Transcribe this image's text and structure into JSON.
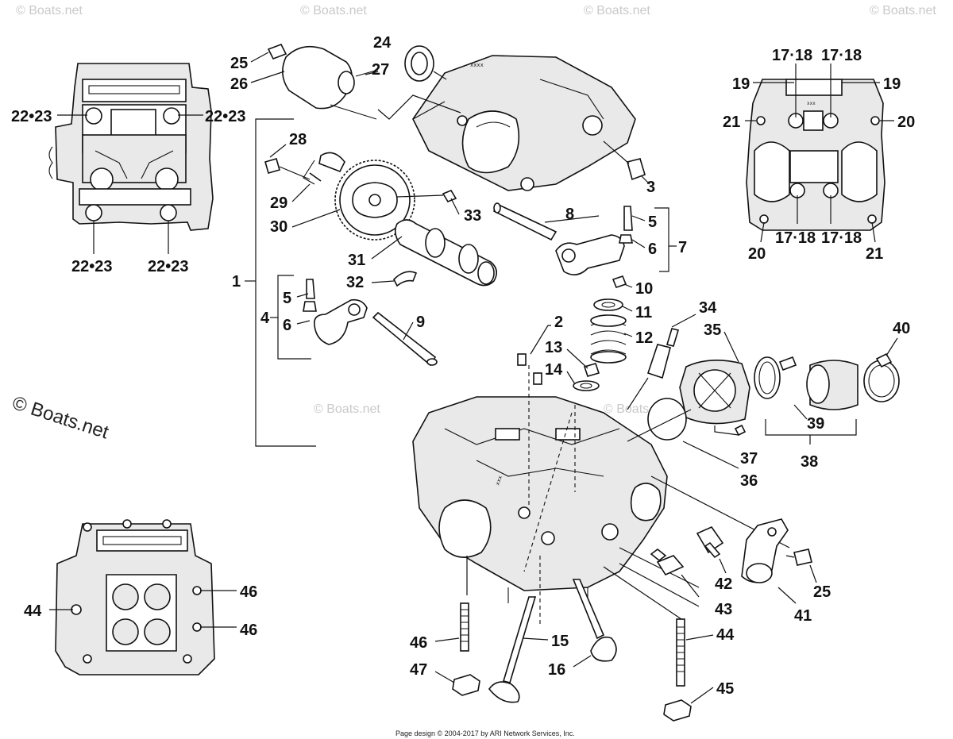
{
  "diagram": {
    "watermark": "© Boats.net",
    "watermark_large": "© Boats.net",
    "footer": "Page design © 2004-2017 by ARI Network Services, Inc.",
    "callouts": {
      "c1": "1",
      "c2": "2",
      "c3": "3",
      "c4": "4",
      "c5a": "5",
      "c5b": "5",
      "c6a": "6",
      "c6b": "6",
      "c7": "7",
      "c8": "8",
      "c9": "9",
      "c10": "10",
      "c11": "11",
      "c12": "12",
      "c13": "13",
      "c14": "14",
      "c15": "15",
      "c16": "16",
      "c17a": "17·18",
      "c17b": "17·18",
      "c17c": "17·18",
      "c17d": "17·18",
      "c19a": "19",
      "c19b": "19",
      "c20a": "20",
      "c20b": "20",
      "c21a": "21",
      "c21b": "21",
      "c22a": "22•23",
      "c22b": "22•23",
      "c22c": "22•23",
      "c22d": "22•23",
      "c24": "24",
      "c25a": "25",
      "c25b": "25",
      "c26": "26",
      "c27": "27",
      "c28": "28",
      "c29": "29",
      "c30": "30",
      "c31": "31",
      "c32": "32",
      "c33": "33",
      "c34": "34",
      "c35": "35",
      "c36": "36",
      "c37": "37",
      "c38": "38",
      "c39": "39",
      "c40": "40",
      "c41": "41",
      "c42": "42",
      "c43": "43",
      "c44a": "44",
      "c44b": "44",
      "c45": "45",
      "c46a": "46",
      "c46b": "46",
      "c46c": "46",
      "c47": "47"
    }
  }
}
